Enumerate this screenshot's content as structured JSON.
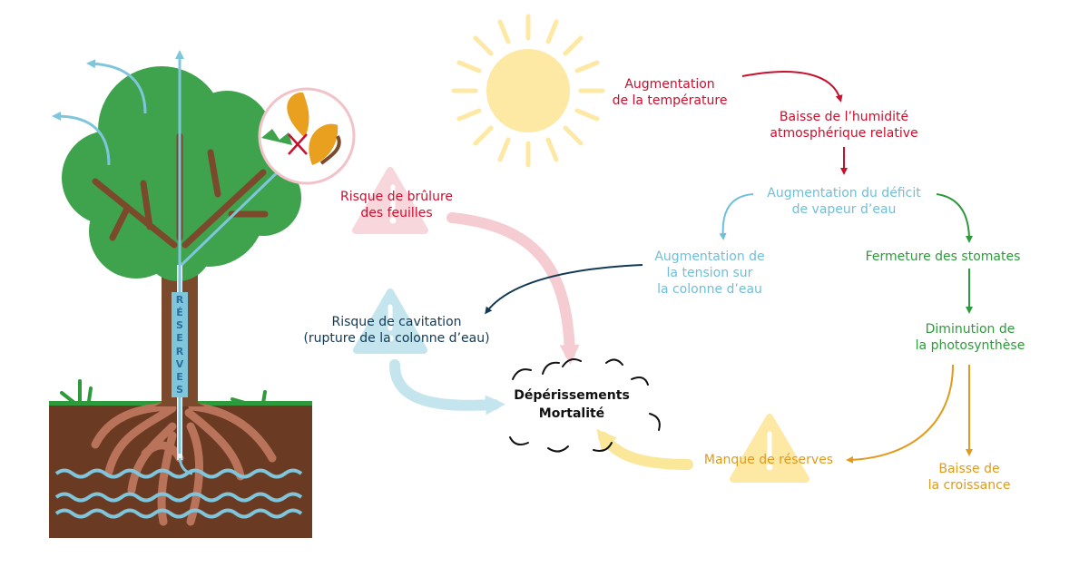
{
  "colors": {
    "temperature": "#c8102e",
    "water_vapour": "#6fbfd8",
    "cavitation": "#133a54",
    "stomata": "#2e9a3c",
    "reserves": "#e09a1c",
    "outcome": "#111111"
  },
  "icons": [
    "sun-icon",
    "tree-icon",
    "warning-triangle-icon",
    "burst-outline-icon",
    "burnt-leaf-icon"
  ],
  "trunk_label": [
    "R",
    "É",
    "S",
    "E",
    "R",
    "V",
    "E",
    "S"
  ],
  "labels": {
    "temperature": [
      "Augmentation",
      "de la température"
    ],
    "humidity": [
      "Baisse de l’humidité",
      "atmosphérique relative"
    ],
    "vapour_deficit": [
      "Augmentation du déficit",
      "de vapeur d’eau"
    ],
    "water_tension": [
      "Augmentation de",
      "la tension sur",
      "la colonne d’eau"
    ],
    "stomata": [
      "Fermeture des stomates"
    ],
    "photosynthesis": [
      "Diminution de",
      "la photosynthèse"
    ],
    "leaf_burn": [
      "Risque de brûlure",
      "des feuilles"
    ],
    "cavitation": [
      "Risque de cavitation",
      "(rupture de la colonne d’eau)"
    ],
    "reserves_lack": [
      "Manque de réserves"
    ],
    "growth": [
      "Baisse de",
      "la croissance"
    ],
    "outcome": [
      "Dépérissements",
      "Mortalité"
    ]
  }
}
